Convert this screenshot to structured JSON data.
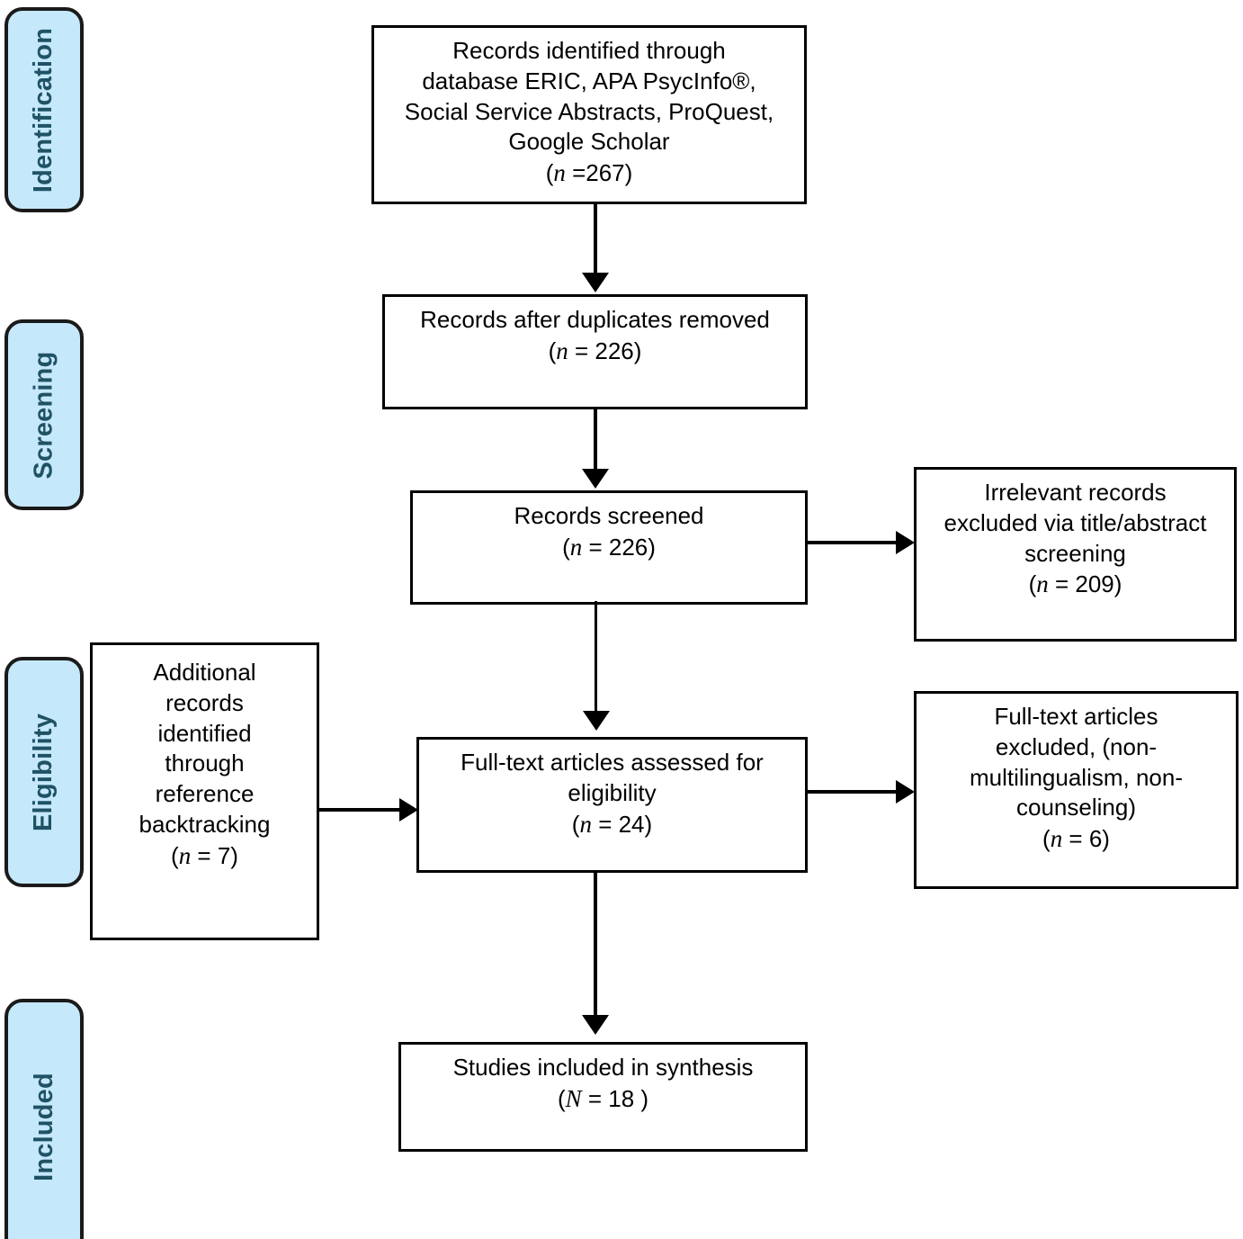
{
  "diagram": {
    "type": "prisma-flow-diagram",
    "title": "PRISMA Flow Diagram",
    "background_color": "#ffffff",
    "box_border_color": "#000000",
    "phase_fill_color": "#C6E8FB",
    "phase_text_color": "#1F5265",
    "phase_border_color": "#1a1a1a"
  },
  "phases": [
    {
      "id": "identification",
      "label": "Identification"
    },
    {
      "id": "screening",
      "label": "Screening"
    },
    {
      "id": "eligibility",
      "label": "Eligibility"
    },
    {
      "id": "included",
      "label": "Included"
    }
  ],
  "boxes": {
    "records_identified": {
      "lines": [
        "Records identified through",
        "database ERIC, APA PsycInfo®,",
        "Social Service Abstracts, ProQuest,",
        "Google Scholar"
      ],
      "count_prefix": "(",
      "count_symbol": "n",
      "count_text": " =267)",
      "n": 267
    },
    "duplicates_removed": {
      "lines": [
        "Records after duplicates removed"
      ],
      "count_prefix": "(",
      "count_symbol": "n",
      "count_text": " = 226)",
      "n": 226
    },
    "records_screened": {
      "lines": [
        "Records screened"
      ],
      "count_prefix": "(",
      "count_symbol": "n",
      "count_text": " = 226)",
      "n": 226
    },
    "irrelevant_excluded": {
      "lines": [
        "Irrelevant records",
        "excluded via title/abstract",
        "screening"
      ],
      "count_prefix": "(",
      "count_symbol": "n",
      "count_text": " = 209)",
      "n": 209
    },
    "additional_records": {
      "lines": [
        "Additional",
        "records",
        "identified",
        "through",
        "reference",
        "backtracking"
      ],
      "count_prefix": "(",
      "count_symbol": "n",
      "count_text": " = 7)",
      "n": 7
    },
    "fulltext_assessed": {
      "lines": [
        "Full-text articles assessed for",
        "eligibility"
      ],
      "count_prefix": "(",
      "count_symbol": "n",
      "count_text": " =  24)",
      "n": 24
    },
    "fulltext_excluded": {
      "lines": [
        "Full-text articles",
        "excluded, (non-",
        "multilingualism, non-",
        "counseling)"
      ],
      "count_prefix": "(",
      "count_symbol": "n",
      "count_text": " = 6)",
      "n": 6
    },
    "studies_included": {
      "lines": [
        "Studies included in synthesis"
      ],
      "count_prefix": "(",
      "count_symbol": "N",
      "count_text": " = 18 )",
      "n": 18
    }
  },
  "connectors": [
    {
      "id": "identified-to-duplicates",
      "from": "records_identified",
      "to": "duplicates_removed",
      "direction": "down"
    },
    {
      "id": "duplicates-to-screened",
      "from": "duplicates_removed",
      "to": "records_screened",
      "direction": "down"
    },
    {
      "id": "screened-to-irrelevant",
      "from": "records_screened",
      "to": "irrelevant_excluded",
      "direction": "right"
    },
    {
      "id": "screened-to-fulltext",
      "from": "records_screened",
      "to": "fulltext_assessed",
      "direction": "down"
    },
    {
      "id": "additional-to-fulltext",
      "from": "additional_records",
      "to": "fulltext_assessed",
      "direction": "right"
    },
    {
      "id": "fulltext-to-excluded",
      "from": "fulltext_assessed",
      "to": "fulltext_excluded",
      "direction": "right"
    },
    {
      "id": "fulltext-to-included",
      "from": "fulltext_assessed",
      "to": "studies_included",
      "direction": "down"
    }
  ]
}
